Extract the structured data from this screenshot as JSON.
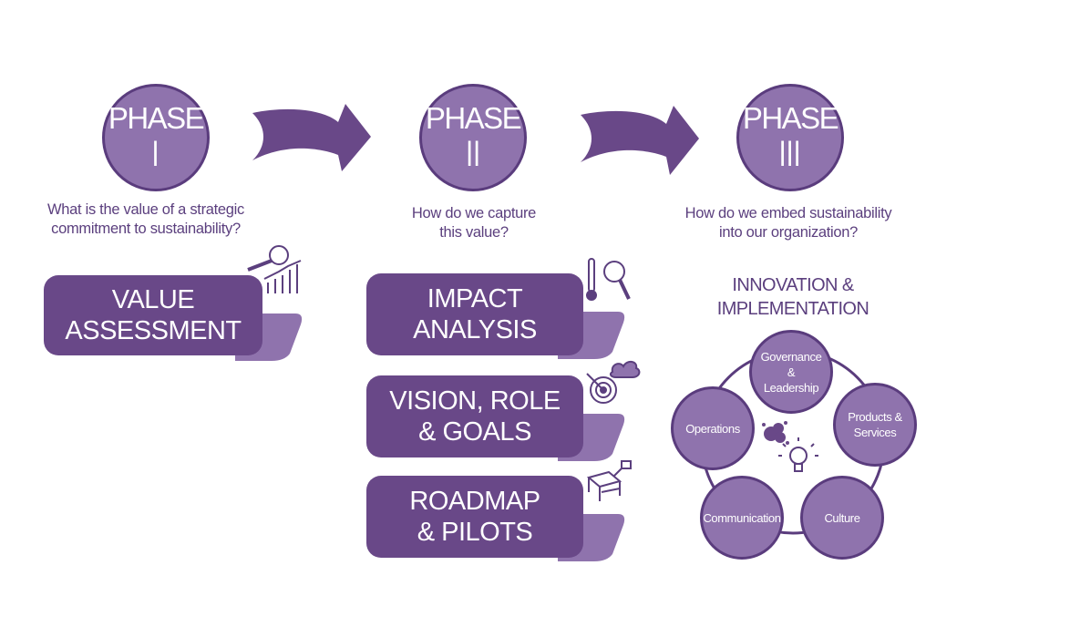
{
  "phases": [
    {
      "word": "PHASE",
      "numeral": "I",
      "question_line1": "What is the value of a strategic",
      "question_line2": "commitment to sustainability?"
    },
    {
      "word": "PHASE",
      "numeral": "II",
      "question_line1": "How do we capture",
      "question_line2": "this value?"
    },
    {
      "word": "PHASE",
      "numeral": "III",
      "question_line1": "How do we embed sustainability",
      "question_line2": "into our organization?"
    }
  ],
  "boxes": {
    "value_assessment": {
      "line1": "VALUE",
      "line2": "ASSESSMENT"
    },
    "impact_analysis": {
      "line1": "IMPACT",
      "line2": "ANALYSIS"
    },
    "vision_role_goals": {
      "line1": "VISION, ROLE",
      "line2": "& GOALS"
    },
    "roadmap_pilots": {
      "line1": "ROADMAP",
      "line2": "& PILOTS"
    }
  },
  "innovation": {
    "title_line1": "INNOVATION &",
    "title_line2": "IMPLEMENTATION",
    "cycle": [
      {
        "line1": "Governance",
        "line2": "&",
        "line3": "Leadership"
      },
      {
        "line1": "Products &",
        "line2": "Services"
      },
      {
        "line1": "Culture"
      },
      {
        "line1": "Communication"
      },
      {
        "line1": "Operations"
      }
    ]
  },
  "colors": {
    "dark_purple": "#694888",
    "circle_fill": "#8f73ad",
    "circle_border": "#5a3c7d",
    "tail_purple": "#8f73ad",
    "text_purple": "#5b3f7e"
  },
  "icons": [
    "magnifier-chart-icon",
    "thermometer-magnifier-icon",
    "target-cloud-icon",
    "desk-chair-icon",
    "splash-icon",
    "lightbulb-icon"
  ]
}
